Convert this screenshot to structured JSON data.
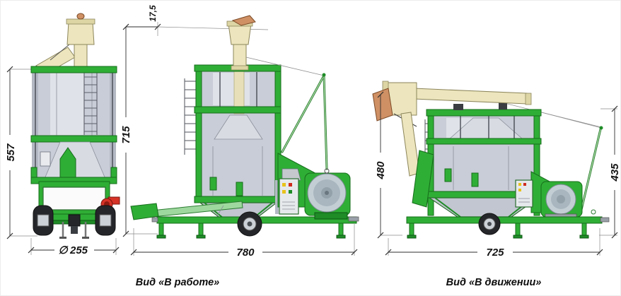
{
  "page": {
    "background": "#ffffff",
    "border_color": "#ededed"
  },
  "colors": {
    "machine_green": "#2fae35",
    "machine_green_dark": "#156d1a",
    "machine_green_light": "#9fd89f",
    "tank_grey": "#c9cdd7",
    "tank_grey_light": "#d8dbe2",
    "auger_cream": "#ece5bd",
    "spout_orange": "#cf9064",
    "burner_red": "#d73327",
    "fan_grey": "#c3ced4",
    "dimension_line": "#2f2f2f",
    "text": "#141414"
  },
  "views": {
    "front": {
      "dim_height": "557",
      "dim_diameter_symbol": "∅",
      "dim_diameter": "255"
    },
    "working": {
      "caption": "Вид «В работе»",
      "dim_height": "715",
      "dim_top_offset": "17,5",
      "dim_length": "780"
    },
    "transport": {
      "caption": "Вид «В движении»",
      "dim_height_left": "480",
      "dim_height_right": "435",
      "dim_length": "725"
    }
  }
}
